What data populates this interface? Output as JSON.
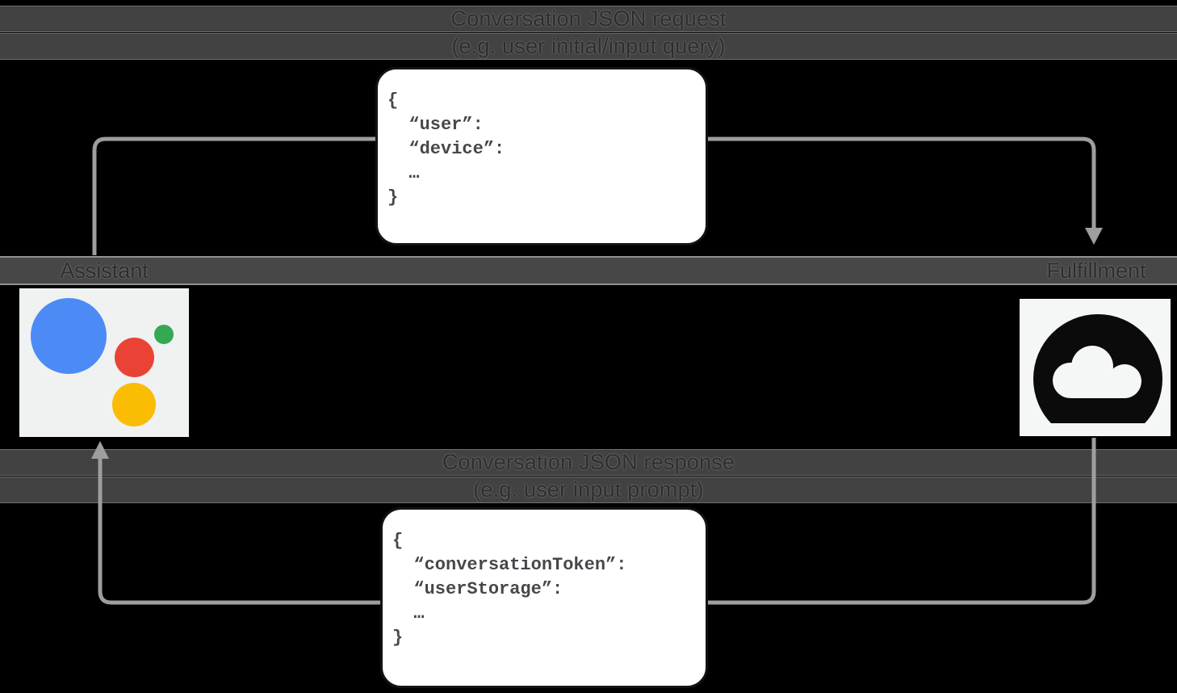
{
  "request": {
    "title": "Conversation JSON request",
    "subtitle": "(e.g. user initial/input query)",
    "code_lines": [
      "{",
      "  “user”:",
      "  “device”:",
      "  …",
      "}"
    ]
  },
  "response": {
    "title": "Conversation JSON response",
    "subtitle": "(e.g. user input prompt)",
    "code_lines": [
      "{",
      "  “conversationToken”:",
      "  “userStorage”:",
      "  …",
      "}"
    ]
  },
  "actors": {
    "assistant": {
      "label": "Assistant",
      "icon": "google-assistant-icon"
    },
    "fulfillment": {
      "label": "Fulfillment",
      "icon": "cloud-icon"
    }
  },
  "arrows": {
    "request": {
      "from": "Assistant",
      "to": "Fulfillment",
      "direction": "left-to-right-then-down"
    },
    "response": {
      "from": "Fulfillment",
      "to": "Assistant",
      "direction": "down-then-right-to-left-up"
    }
  },
  "colors": {
    "background": "#000000",
    "band": "#424242",
    "arrow": "#9e9e9e",
    "box_background": "#ffffff",
    "box_border": "#131313",
    "code_text": "#45484b",
    "assistant_tile": "#f0f1f1",
    "assistant_blue": "#4c8bf5",
    "assistant_red": "#ea4335",
    "assistant_green": "#34a853",
    "assistant_yellow": "#fbbc04",
    "cloud_tile": "#f5f6f6",
    "cloud_glyph": "#0b0b0b"
  }
}
